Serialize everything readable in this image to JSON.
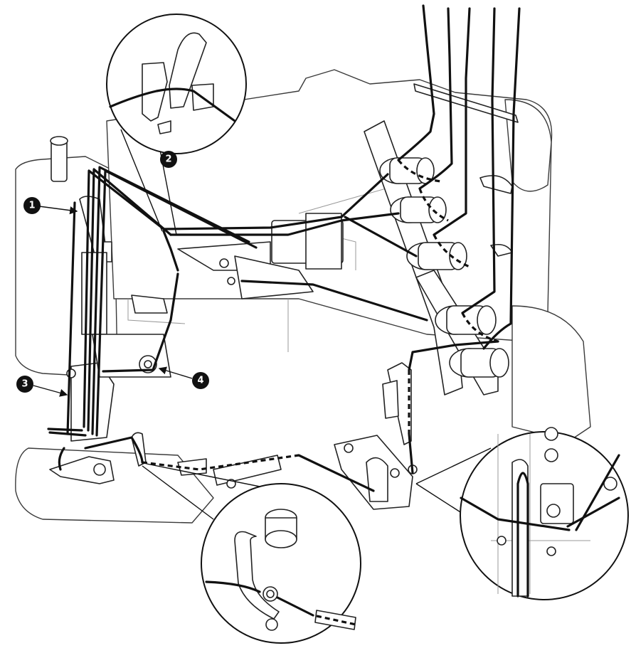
{
  "diagram": {
    "callouts": [
      {
        "id": "callout-1",
        "label": "1"
      },
      {
        "id": "callout-2",
        "label": "2"
      },
      {
        "id": "callout-3",
        "label": "3"
      },
      {
        "id": "callout-4",
        "label": "4"
      }
    ],
    "colors": {
      "thread": "#111111",
      "outline": "#3a3a3a",
      "background": "#ffffff"
    }
  }
}
